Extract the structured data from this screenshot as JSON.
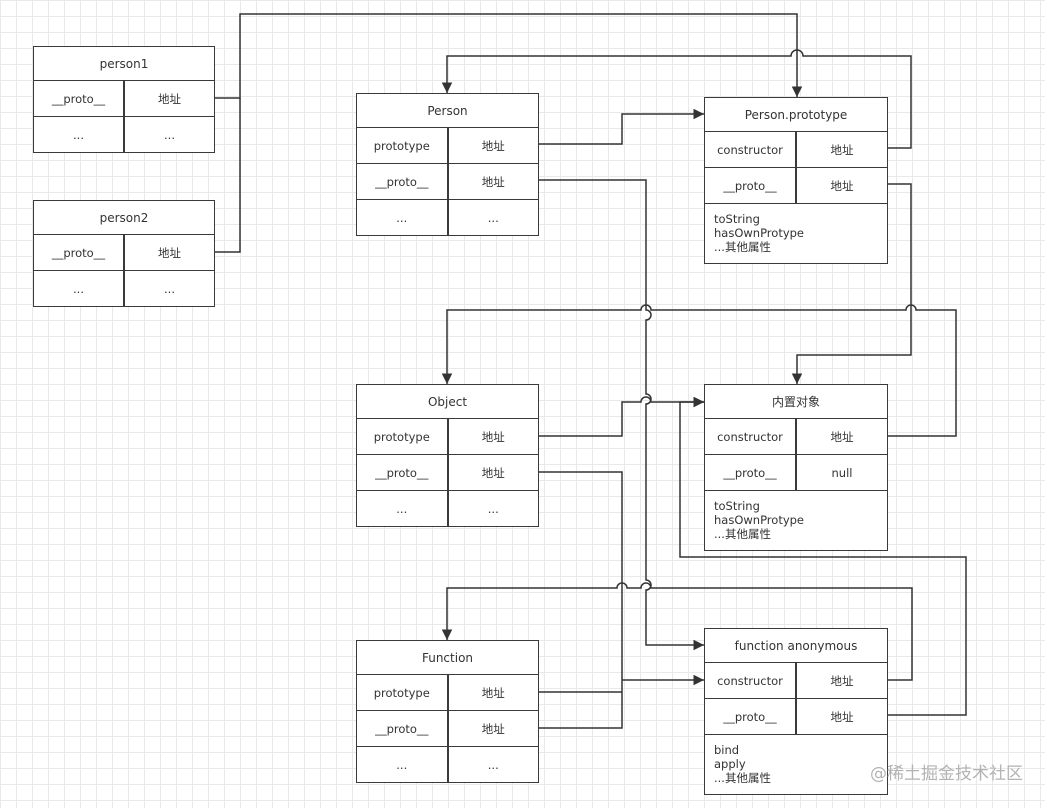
{
  "nodes": {
    "person1": {
      "title": "person1",
      "rows": [
        [
          "__proto__",
          "地址"
        ],
        [
          "...",
          "..."
        ]
      ]
    },
    "person2": {
      "title": "person2",
      "rows": [
        [
          "__proto__",
          "地址"
        ],
        [
          "...",
          "..."
        ]
      ]
    },
    "person": {
      "title": "Person",
      "rows": [
        [
          "prototype",
          "地址"
        ],
        [
          "__proto__",
          "地址"
        ],
        [
          "...",
          "..."
        ]
      ]
    },
    "person_prototype": {
      "title": "Person.prototype",
      "rows": [
        [
          "constructor",
          "地址"
        ],
        [
          "__proto__",
          "地址"
        ]
      ],
      "extras": [
        "toString",
        "hasOwnProtype",
        "...其他属性"
      ]
    },
    "object": {
      "title": "Object",
      "rows": [
        [
          "prototype",
          "地址"
        ],
        [
          "__proto__",
          "地址"
        ],
        [
          "...",
          "..."
        ]
      ]
    },
    "builtin": {
      "title": "内置对象",
      "rows": [
        [
          "constructor",
          "地址"
        ],
        [
          "__proto__",
          "null"
        ]
      ],
      "extras": [
        "toString",
        "hasOwnProtype",
        "...其他属性"
      ]
    },
    "function": {
      "title": "Function",
      "rows": [
        [
          "prototype",
          "地址"
        ],
        [
          "__proto__",
          "地址"
        ],
        [
          "...",
          "..."
        ]
      ]
    },
    "anonymous": {
      "title": "function  anonymous",
      "rows": [
        [
          "constructor",
          "地址"
        ],
        [
          "__proto__",
          "地址"
        ]
      ],
      "extras": [
        "bind",
        "apply",
        "...其他属性"
      ]
    }
  },
  "watermark": "@稀土掘金技术社区"
}
